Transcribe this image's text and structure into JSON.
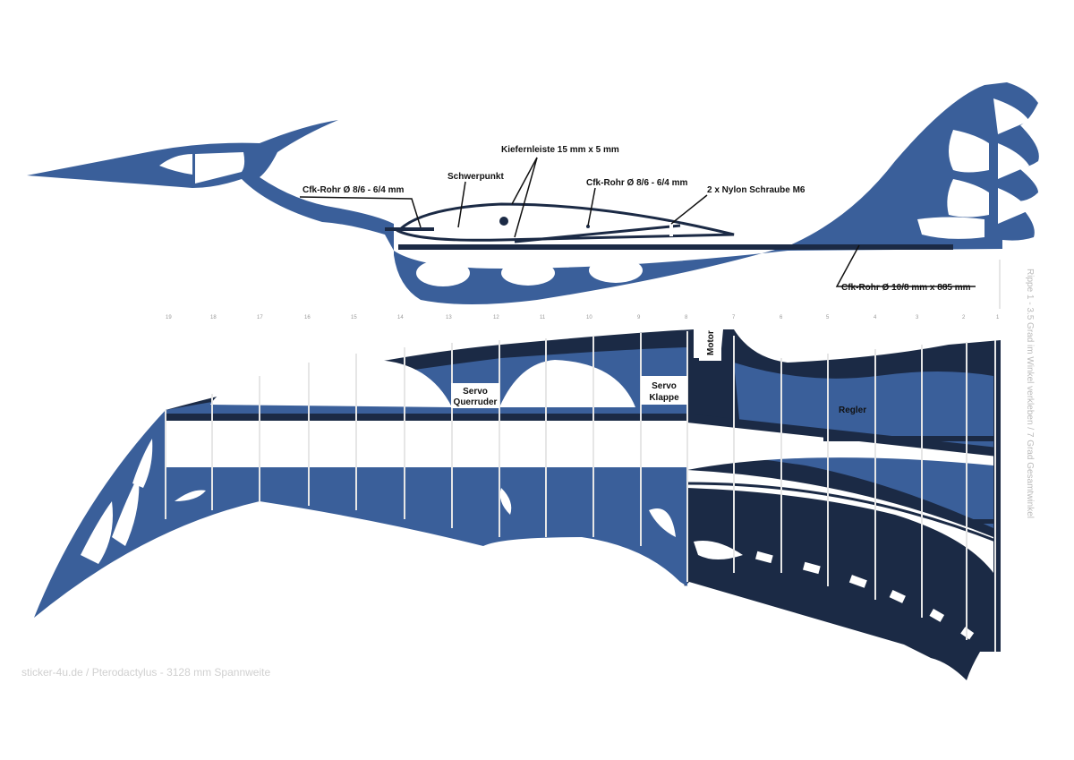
{
  "title": "sticker-4u.de / Pterodactylus - 3128 mm Spannweite",
  "colors": {
    "blue": "#3a5f9a",
    "navy": "#1b2a45",
    "white": "#ffffff"
  },
  "fuselage": {
    "labels": {
      "kiefernleiste": "Kiefernleiste 15 mm x 5 mm",
      "schwerpunkt": "Schwerpunkt",
      "cfk_front": "Cfk-Rohr Ø 8/6 - 6/4 mm",
      "cfk_rear": "Cfk-Rohr Ø 8/6 - 6/4 mm",
      "nylon": "2 x Nylon Schraube M6",
      "cfk_main": "Cfk-Rohr Ø 10/8 mm x 885 mm"
    }
  },
  "wing": {
    "rib_numbers": [
      "19",
      "18",
      "17",
      "16",
      "15",
      "14",
      "13",
      "12",
      "11",
      "10",
      "9",
      "8",
      "7",
      "6",
      "5",
      "4",
      "3",
      "2",
      "1"
    ],
    "labels": {
      "servo_querruder_1": "Servo",
      "servo_querruder_2": "Querruder",
      "servo_klappe_1": "Servo",
      "servo_klappe_2": "Klappe",
      "motor": "Motor",
      "regler": "Regler"
    },
    "note": "Rippe 1 - 3.5 Grad im Winkel verkleben / 7 Grad Gesamtwinkel"
  }
}
